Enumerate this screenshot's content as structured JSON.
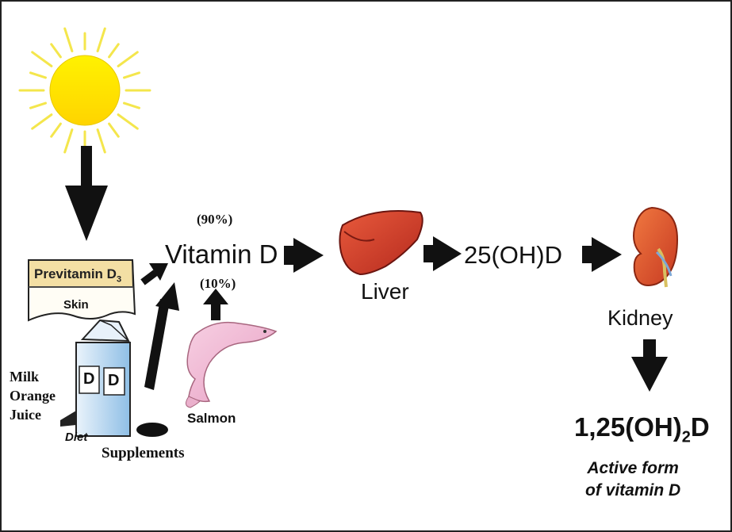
{
  "diagram": {
    "vitamin_d": "Vitamin D",
    "pct_sun": "(90%)",
    "pct_diet": "(10%)",
    "liver": "Liver",
    "hydroxy": "25(OH)D",
    "kidney": "Kidney",
    "previtamin": "Previtamin D",
    "previtamin_sub": "3",
    "skin": "Skin",
    "milk_lines": [
      "Milk",
      "Orange",
      "Juice"
    ],
    "carton_letter": "D",
    "diet": "Diet",
    "supplements": "Supplements",
    "salmon": "Salmon",
    "product_pre": "1,25(OH)",
    "product_sub": "2",
    "product_post": "D",
    "active_lines": [
      "Active form",
      "of vitamin D"
    ]
  },
  "colors": {
    "sun": "#ffe600",
    "ray": "#f2e34a",
    "arrow": "#111111",
    "liver": "#d33b2a",
    "kidney": "#d9502f",
    "carton": "#9cc7e8",
    "salmon": "#f1b8d4",
    "skin_band": "#f3dfa4"
  }
}
